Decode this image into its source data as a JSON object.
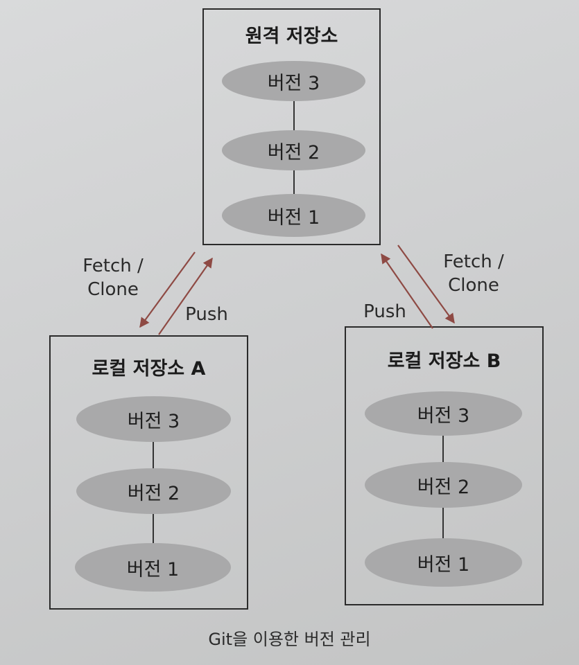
{
  "repositories": {
    "remote": {
      "title": "원격 저장소",
      "versions": [
        "버전 3",
        "버전 2",
        "버전 1"
      ]
    },
    "local_a": {
      "title": "로컬 저장소 A",
      "versions": [
        "버전 3",
        "버전 2",
        "버전 1"
      ]
    },
    "local_b": {
      "title": "로컬 저장소 B",
      "versions": [
        "버전 3",
        "버전 2",
        "버전 1"
      ]
    }
  },
  "links": {
    "left": {
      "fetch_clone": [
        "Fetch /",
        "Clone"
      ],
      "push": "Push"
    },
    "right": {
      "fetch_clone": [
        "Fetch /",
        "Clone"
      ],
      "push": "Push"
    }
  },
  "caption": "Git을 이용한 버전 관리",
  "colors": {
    "background": "#d3d4d5",
    "box_border": "#2a2a2a",
    "version_fill": "#a9a9aa",
    "arrow": "#8e4a44"
  }
}
